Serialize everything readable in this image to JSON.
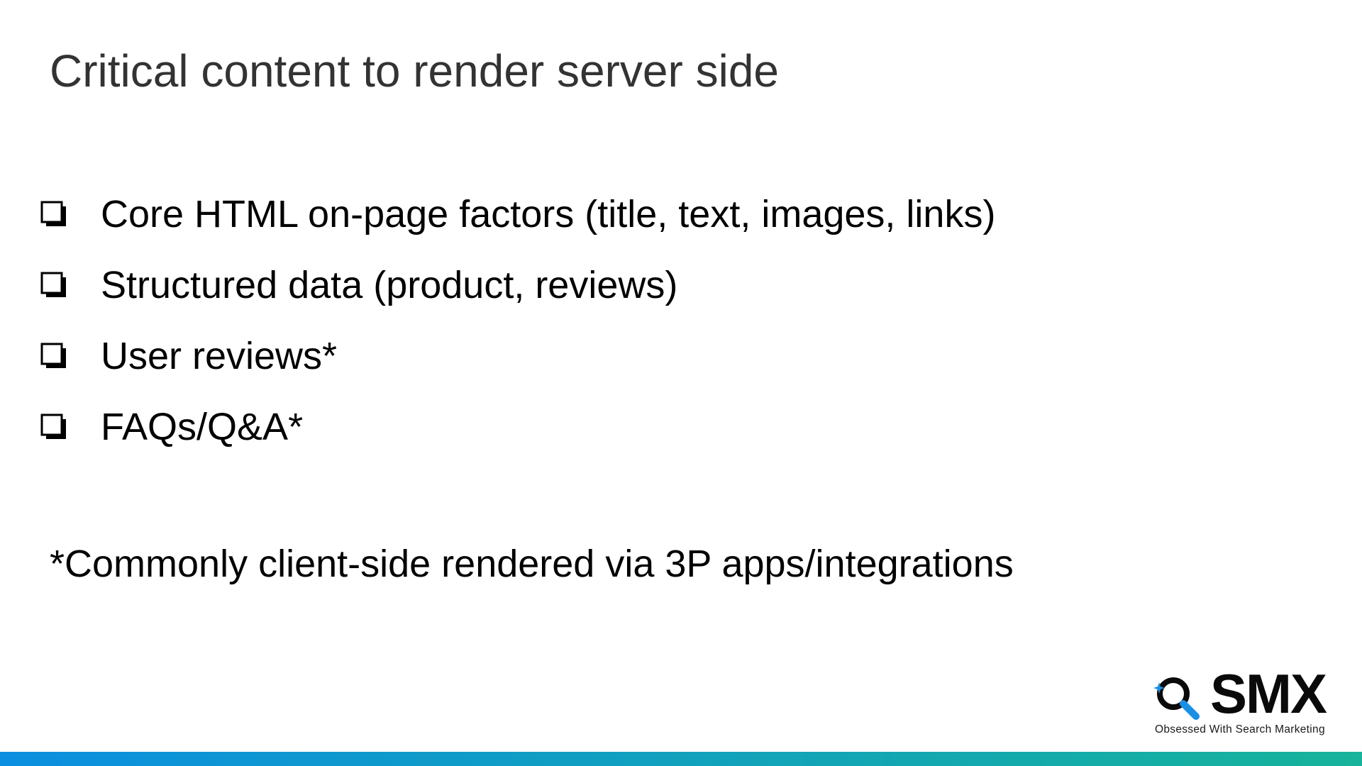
{
  "slide": {
    "title": "Critical content to render server side",
    "bullets": [
      {
        "icon": "checkbox-icon",
        "text": "Core HTML on-page factors (title, text, images, links)"
      },
      {
        "icon": "checkbox-icon",
        "text": "Structured data (product, reviews)"
      },
      {
        "icon": "checkbox-icon",
        "text": "User reviews*"
      },
      {
        "icon": "checkbox-icon",
        "text": "FAQs/Q&A*"
      }
    ],
    "footnote": "*Commonly client-side rendered via 3P apps/integrations"
  },
  "logo": {
    "wordmark": "SMX",
    "tagline": "Obsessed With Search Marketing",
    "icon": "magnifier-sparkle-icon"
  },
  "colors": {
    "title": "#333333",
    "text": "#000000",
    "accent_blue": "#1a8fe3",
    "bar_start": "#0b8fe0",
    "bar_end": "#17b39a"
  }
}
